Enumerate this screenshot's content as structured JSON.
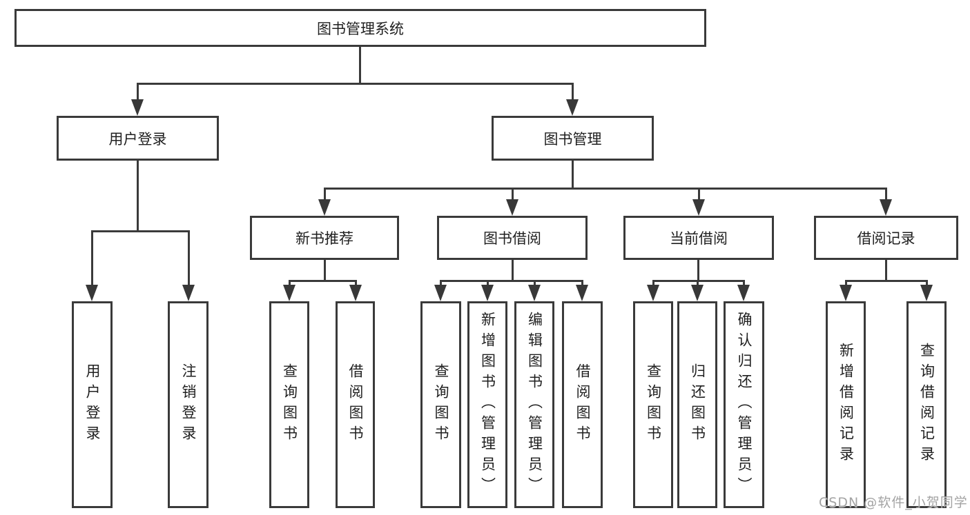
{
  "diagram": {
    "root": {
      "label": "图书管理系统"
    },
    "level2": {
      "user_login": "用户登录",
      "book_management": "图书管理"
    },
    "level3": {
      "new_book_recommend": "新书推荐",
      "book_borrow": "图书借阅",
      "current_borrow": "当前借阅",
      "borrow_record": "借阅记录"
    },
    "leaves": {
      "user_login": [
        "用户登录",
        "注销登录"
      ],
      "new_book_recommend": [
        "查询图书",
        "借阅图书"
      ],
      "book_borrow": [
        "查询图书",
        "新增图书（管理员）",
        "编辑图书（管理员）",
        "借阅图书"
      ],
      "current_borrow": [
        "查询图书",
        "归还图书",
        "确认归还（管理员）"
      ],
      "borrow_record": [
        "新增借阅记录",
        "查询借阅记录"
      ]
    }
  },
  "watermark": {
    "text": "CSDN @软件_小贺同学"
  },
  "colors": {
    "line": "#3a3a3a",
    "text": "#1f1f1f",
    "background": "#ffffff",
    "watermark": "#9e9e9e"
  }
}
